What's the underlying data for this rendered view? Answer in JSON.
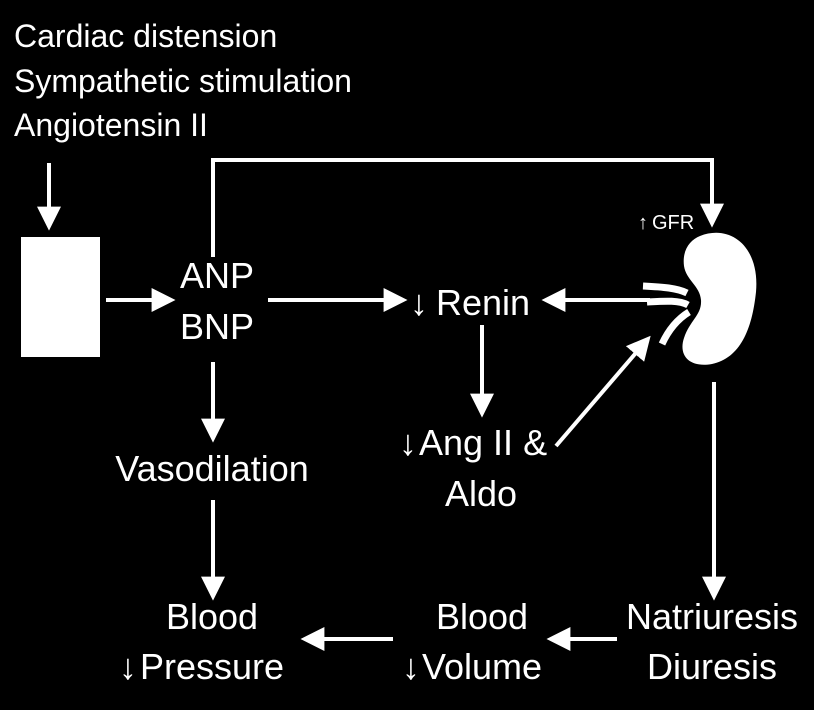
{
  "stimuli": [
    "Cardiac distension",
    "Sympathetic stimulation",
    "Angiotensin II"
  ],
  "nodes": {
    "peptide_1": "ANP",
    "peptide_2": "BNP",
    "renin": "Renin",
    "ang_line1": "Ang II &",
    "ang_line2": "Aldo",
    "vasodilation": "Vasodilation",
    "bp_line1": "Blood",
    "bp_line2": "Pressure",
    "bv_line1": "Blood",
    "bv_line2": "Volume",
    "natriuresis": "Natriuresis",
    "diuresis": "Diuresis",
    "gfr": "GFR"
  },
  "indicators": {
    "renin": "↓",
    "ang": "↓",
    "blood_pressure": "↓",
    "blood_volume": "↓",
    "gfr": "↑"
  },
  "colors": {
    "background": "#000000",
    "foreground": "#ffffff"
  },
  "icons": {
    "heart_box": "white-rectangle-icon",
    "kidney": "kidney-icon"
  }
}
